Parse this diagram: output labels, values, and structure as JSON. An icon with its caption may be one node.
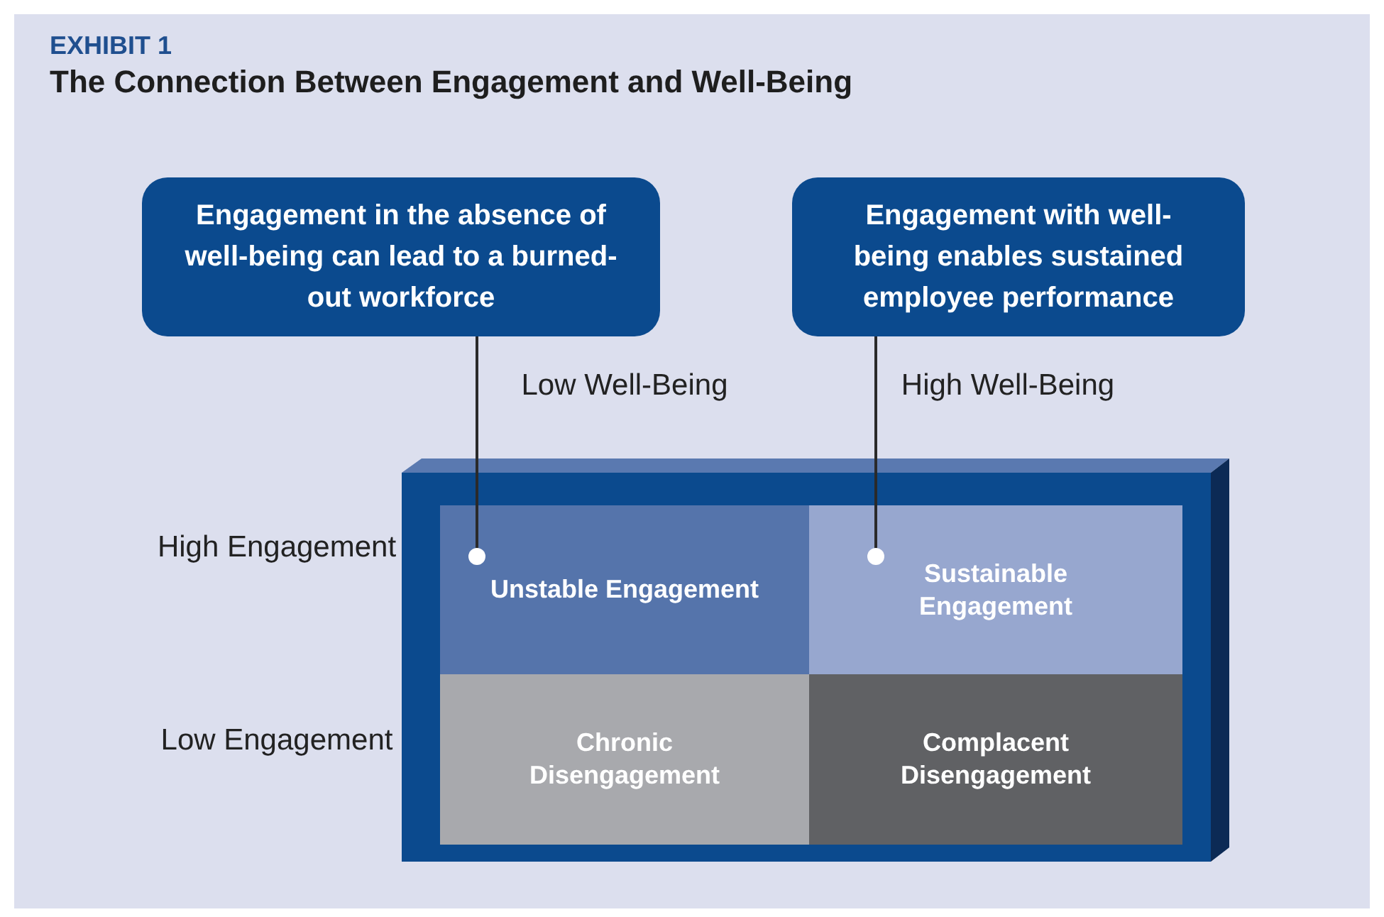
{
  "diagram": {
    "title": "The Connection Between Engagement and Well-Being",
    "nodes": [
      {
        "text": [
          "Engagement in the absence of well-being can lead to a burned-out workforce"
        ]
      },
      {
        "text": [
          "Engagement with well-being enables sustained employee performance"
        ]
      },
      {
        "text": [
          "Unstable Engagement"
        ]
      },
      {
        "text": [
          "Sustainable Engagement"
        ]
      },
      {
        "text": [
          "Chronic Disengagement"
        ]
      },
      {
        "text": [
          "Complacent Disengagement"
        ]
      }
    ],
    "edges": [
      {
        "from": 0,
        "to": 2,
        "arrow": "other"
      },
      {
        "from": 1,
        "to": 3,
        "arrow": "other"
      }
    ],
    "labels": [
      "EXHIBIT 1",
      "Low Well-Being",
      "High Well-Being",
      "High Engagement",
      "Low Engagement"
    ]
  }
}
